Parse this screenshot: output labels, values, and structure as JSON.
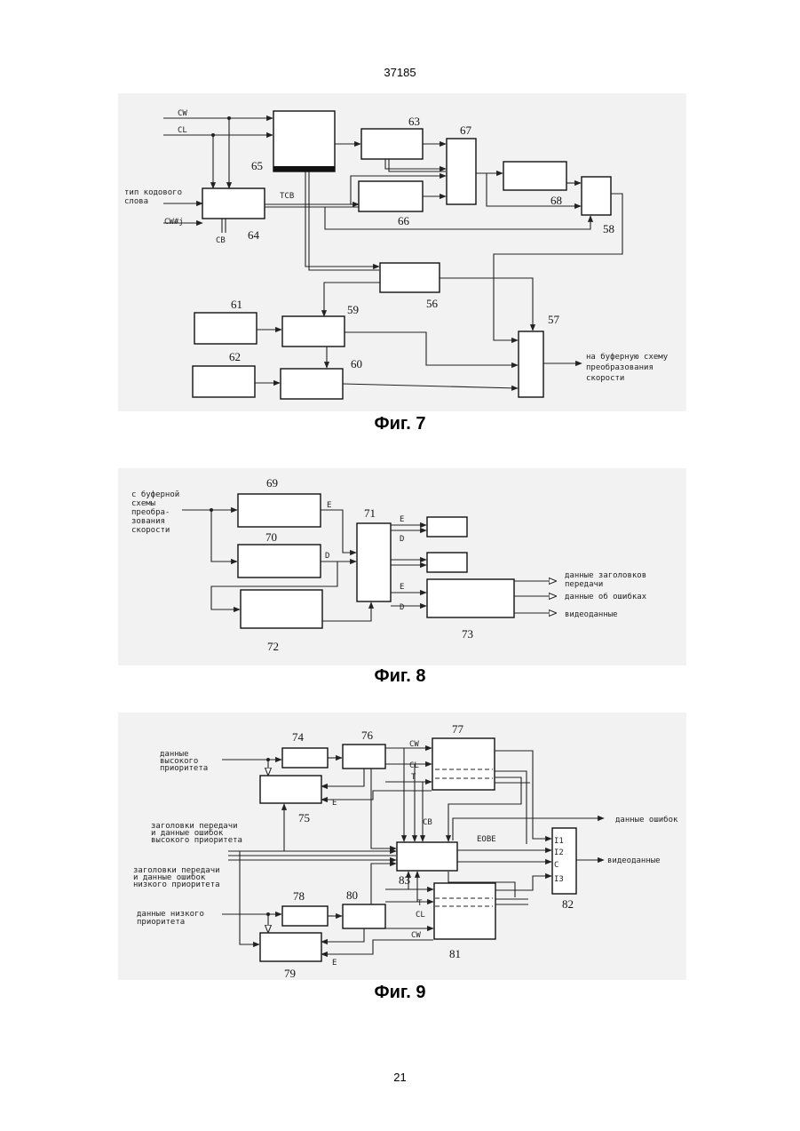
{
  "header": {
    "page_code": "37185"
  },
  "footer": {
    "page_number": "21"
  },
  "fig7": {
    "caption": "Фиг. 7",
    "inputs": {
      "cw": "CW",
      "cl": "CL",
      "type1": "тип кодового",
      "type2": "слова",
      "cwj": "CW#j",
      "cb": "CB",
      "tcb": "TCB"
    },
    "output1": "на буферную схему",
    "output2": "преобразования",
    "output3": "скорости",
    "blocks": [
      "65",
      "63",
      "67",
      "64",
      "66",
      "68",
      "58",
      "56",
      "61",
      "59",
      "57",
      "62",
      "60"
    ]
  },
  "fig8": {
    "caption": "Фиг. 8",
    "input1": "с буферной",
    "input2": "схемы",
    "input3": "преобра-",
    "input4": "зования",
    "input5": "скорости",
    "sig_e": "E",
    "sig_d": "D",
    "out1": "данные заголовков",
    "out2": "передачи",
    "out3": "данные об ошибках",
    "out4": "видеоданные",
    "blocks": [
      "69",
      "70",
      "71",
      "72",
      "73"
    ]
  },
  "fig9": {
    "caption": "Фиг. 9",
    "in_hp1": "данные",
    "in_hp2": "высокого",
    "in_hp3": "приоритета",
    "in_hdr1": "заголовки передачи",
    "in_hdr2": "и данные ошибок",
    "in_hdr3": "высокого приоритета",
    "in_lhdr1": "заголовки передачи",
    "in_lhdr2": "и данные ошибок",
    "in_lhdr3": "низкого приоритета",
    "in_lp1": "данные низкого",
    "in_lp2": "приоритета",
    "out_err": "данные ошибок",
    "out_video": "видеоданные",
    "sig": {
      "cw": "CW",
      "cl": "CL",
      "t": "T",
      "e": "E",
      "cb": "CB",
      "eobe": "EOBE",
      "i1": "I1",
      "i2": "I2",
      "c": "C",
      "i3": "I3"
    },
    "blocks": [
      "74",
      "76",
      "77",
      "75",
      "83",
      "82",
      "78",
      "80",
      "81",
      "79"
    ]
  }
}
